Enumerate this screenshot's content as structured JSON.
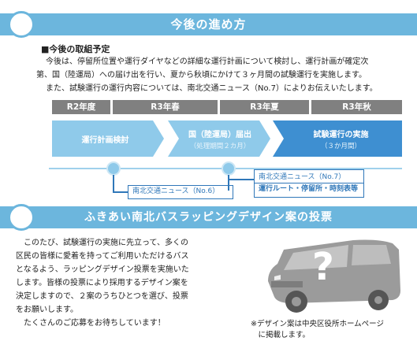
{
  "section1": {
    "title": "今後の進め方",
    "sub_heading": "■今後の取組予定",
    "paragraph_lines": [
      "　今後は、停留所位置や運行ダイヤなどの詳細な運行計画について検討し、運行計画が確定次",
      "第、国（陸運局）への届け出を行い、夏から秋頃にかけて３ヶ月間の試験運行を実施します。",
      "　また、試験運行の運行内容については、南北交通ニュース（No.7）によりお伝えいたします。"
    ]
  },
  "timeline": {
    "phases": [
      "R2年度",
      "R3年春",
      "R3年夏",
      "R3年秋"
    ],
    "steps": [
      {
        "label": "運行計画検討",
        "sub": ""
      },
      {
        "label": "国（陸運局）届出",
        "sub": "（処理期間２カ月）"
      },
      {
        "label": "試験運行の実施",
        "sub": "（３か月間）"
      }
    ],
    "callout_left": "南北交通ニュース（No.6）",
    "callout_right_title": "南北交通ニュース（No.7）",
    "callout_right_detail": "運行ルート・停留所・時刻表等"
  },
  "section2": {
    "title": "ふきあい南北バスラッピングデザイン案の投票",
    "body_lines": [
      "　このたび、試験運行の実施に先立って、多くの",
      "区民の皆様に愛着を持ってご利用いただけるバス",
      "となるよう、ラッピングデザイン投票を実施いた",
      "します。皆様の投票により採用するデザイン案を",
      "決定しますので、２案のうちひとつを選び、投票",
      "をお願いします。",
      "　たくさんのご応募をお待ちしています！"
    ],
    "note_lines": [
      "※デザイン案は中央区役所ホームページ",
      "　に掲載します。"
    ],
    "image_mark": "?"
  },
  "colors": {
    "banner": "#6cb6dd",
    "phase_bar": "#808080",
    "step_light": "#8fcaea",
    "step_dark": "#3e8fd1",
    "callout": "#2f77b9"
  }
}
